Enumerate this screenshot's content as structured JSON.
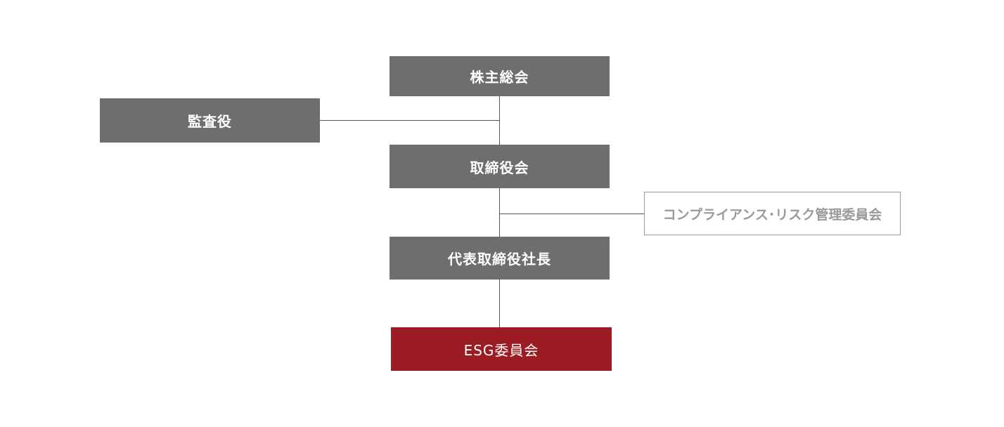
{
  "diagram": {
    "nodes": {
      "shareholders_meeting": "株主総会",
      "auditor": "監査役",
      "board_of_directors": "取締役会",
      "compliance_committee": "コンプライアンス･リスク管理委員会",
      "president": "代表取締役社長",
      "esg_committee": "ESG委員会"
    },
    "edges": [
      [
        "shareholders_meeting",
        "board_of_directors"
      ],
      [
        "auditor",
        "board_of_directors"
      ],
      [
        "board_of_directors",
        "president"
      ],
      [
        "board_of_directors",
        "compliance_committee"
      ],
      [
        "president",
        "esg_committee"
      ]
    ],
    "colors": {
      "node_fill": "#6e6e6e",
      "node_text": "#ffffff",
      "outline_border": "#9a9a9a",
      "outline_text": "#9a9a9a",
      "accent_fill": "#9b1c22",
      "connector": "#555555"
    }
  }
}
